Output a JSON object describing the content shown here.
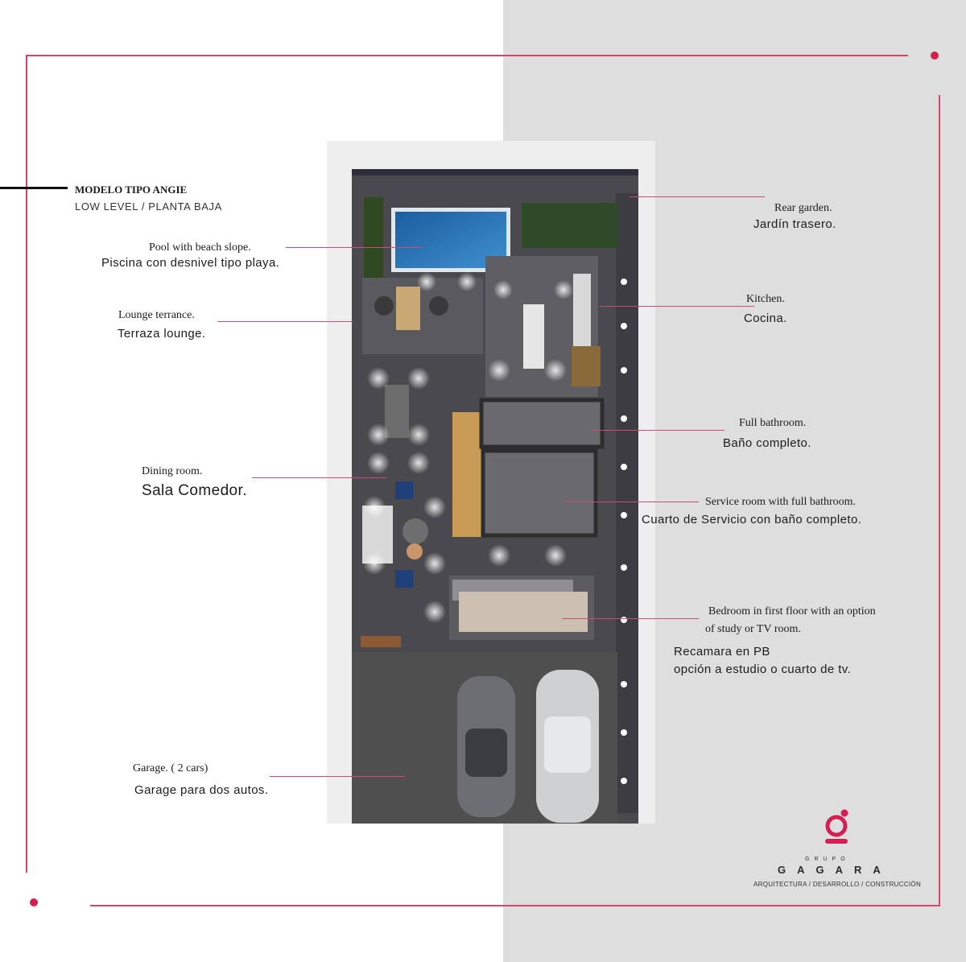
{
  "header": {
    "model_title": "MODELO TIPO ANGIE",
    "level": "LOW LEVEL / PLANTA BAJA"
  },
  "labels": {
    "pool_en": "Pool with beach slope.",
    "pool_es": "Piscina con desnivel tipo playa.",
    "lounge_en": "Lounge terrance.",
    "lounge_es": "Terraza lounge.",
    "dining_en": "Dining room.",
    "dining_es": "Sala Comedor.",
    "garage_en": "Garage. ( 2 cars)",
    "garage_es": "Garage para dos autos.",
    "rear_en": "Rear garden.",
    "rear_es": "Jardín trasero.",
    "kitchen_en": "Kitchen.",
    "kitchen_es": "Cocina.",
    "bath_en": "Full bathroom.",
    "bath_es": "Baño completo.",
    "service_en": "Service room with full bathroom.",
    "service_es": "Cuarto de Servicio con baño completo.",
    "bedroom_en_1": "Bedroom in first floor with an option",
    "bedroom_en_2": "of study or TV room.",
    "bedroom_es_1": "Recamara en PB",
    "bedroom_es_2": "opción a estudio o cuarto de tv."
  },
  "logo": {
    "grupo": "GRUPO",
    "name": "GAGARA",
    "tagline": "ARQUITECTURA / DESARROLLO / CONSTRUCCIÓN"
  },
  "colors": {
    "accent": "#d41f52",
    "line": "#d9446c",
    "right_panel": "#dedede"
  }
}
